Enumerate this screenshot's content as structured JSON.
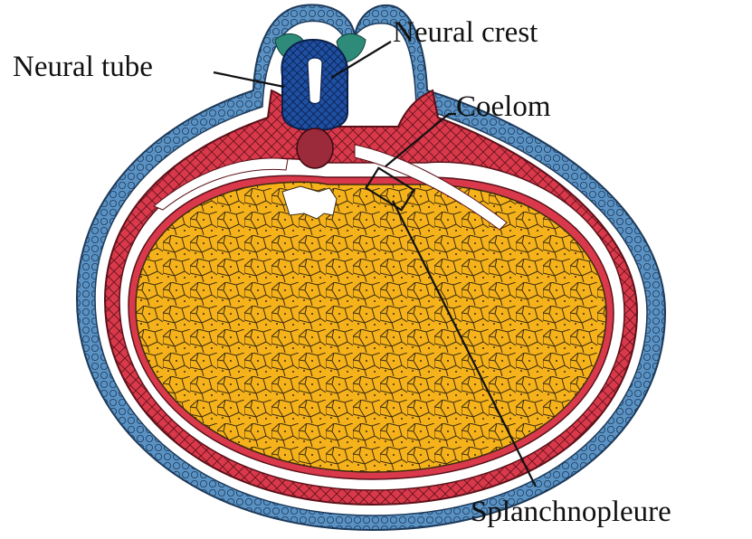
{
  "labels": {
    "neural_crest": "Neural crest",
    "neural_tube": "Neural tube",
    "coelom": "Coelom",
    "splanchnopleure": "Splanchnopleure"
  },
  "colors": {
    "background": "#ffffff",
    "ectoderm": "#4a86b8",
    "neural_tube": "#1f4fa3",
    "neural_crest": "#2e8b7a",
    "mesoderm": "#d9394b",
    "notochord": "#9b2a3a",
    "yolk": "#f5b21a",
    "cell_line": "#3a2a10",
    "outline": "#222222"
  }
}
